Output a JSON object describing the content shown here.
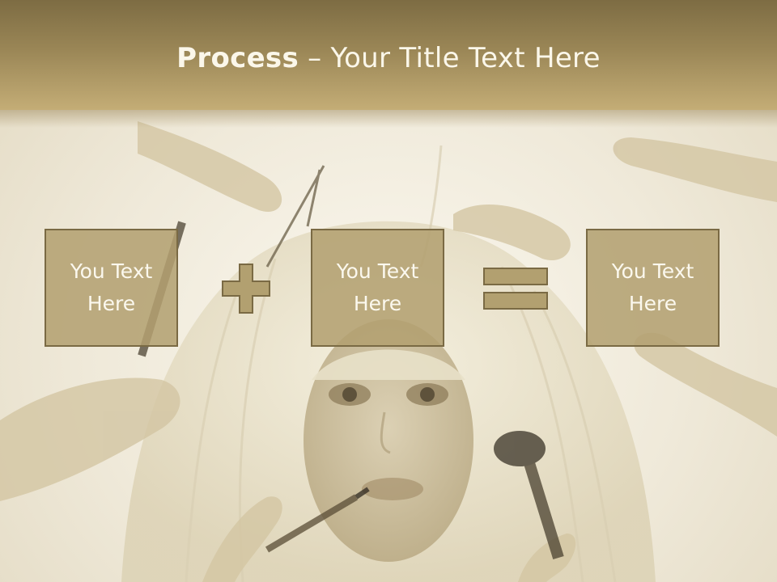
{
  "title": {
    "bold": "Process",
    "rest": " – Your Title Text Here"
  },
  "boxes": [
    {
      "label": "You Text Here"
    },
    {
      "label": "You Text Here"
    },
    {
      "label": "You Text Here"
    }
  ],
  "operators": [
    "plus-icon",
    "equals-icon"
  ],
  "colors": {
    "band": "#9a8656",
    "box": "#b2a070",
    "box_border": "#7a6a44",
    "text": "#fbf8ee"
  }
}
